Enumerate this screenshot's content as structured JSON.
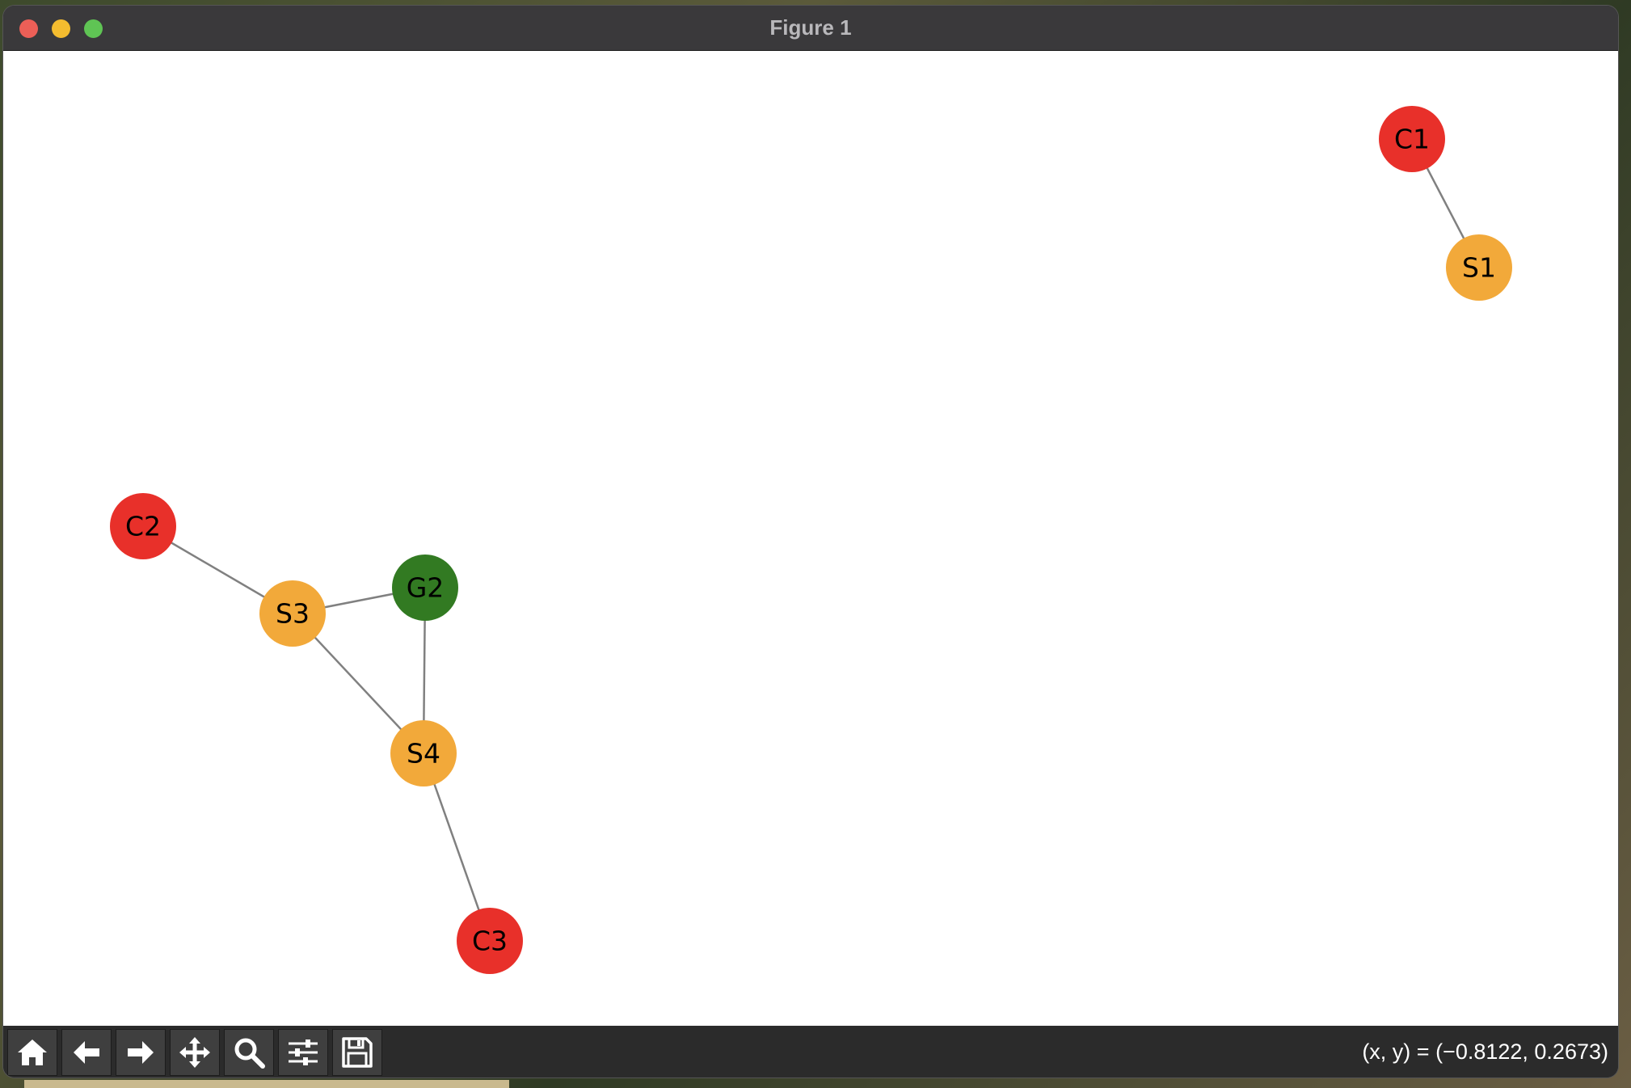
{
  "window": {
    "title": "Figure 1",
    "traffic_lights": [
      {
        "name": "close",
        "color": "#ec5f57"
      },
      {
        "name": "minimize",
        "color": "#f4bc2f"
      },
      {
        "name": "zoom",
        "color": "#5fc454"
      }
    ]
  },
  "graph": {
    "edge_color": "#808080",
    "nodes": [
      {
        "id": "C1",
        "label": "C1",
        "color": "#e8302a"
      },
      {
        "id": "S1",
        "label": "S1",
        "color": "#f2a93a"
      },
      {
        "id": "C2",
        "label": "C2",
        "color": "#e8302a"
      },
      {
        "id": "S3",
        "label": "S3",
        "color": "#f2a93a"
      },
      {
        "id": "G2",
        "label": "G2",
        "color": "#327a22"
      },
      {
        "id": "S4",
        "label": "S4",
        "color": "#f2a93a"
      },
      {
        "id": "C3",
        "label": "C3",
        "color": "#e8302a"
      }
    ],
    "edges": [
      [
        "C1",
        "S1"
      ],
      [
        "C2",
        "S3"
      ],
      [
        "S3",
        "G2"
      ],
      [
        "S3",
        "S4"
      ],
      [
        "G2",
        "S4"
      ],
      [
        "S4",
        "C3"
      ]
    ]
  },
  "toolbar": {
    "buttons": [
      {
        "name": "home-button",
        "icon": "home-icon"
      },
      {
        "name": "back-button",
        "icon": "arrow-left-icon"
      },
      {
        "name": "forward-button",
        "icon": "arrow-right-icon"
      },
      {
        "name": "pan-button",
        "icon": "move-icon"
      },
      {
        "name": "zoom-button",
        "icon": "magnifier-icon"
      },
      {
        "name": "configure-subplots-button",
        "icon": "sliders-icon"
      },
      {
        "name": "save-button",
        "icon": "floppy-disk-icon"
      }
    ],
    "coordinates": "(x, y) = (−0.8122, 0.2673)"
  }
}
